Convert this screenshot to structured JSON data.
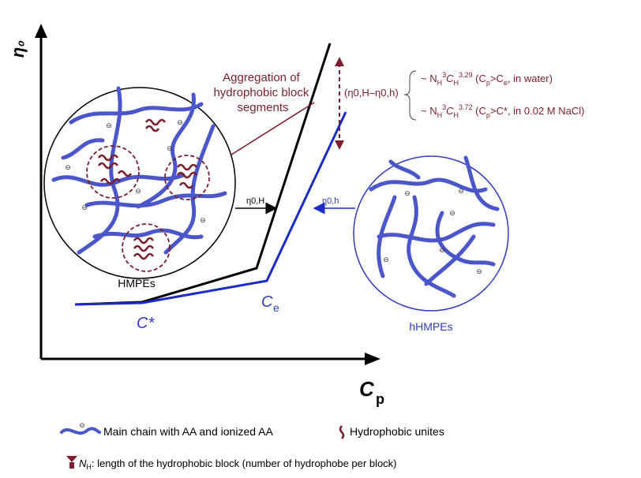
{
  "axes": {
    "y_label": "η₀",
    "x_label_main": "C",
    "x_label_sub": "p"
  },
  "curve_points": {
    "c_star": "C*",
    "c_e_main": "C",
    "c_e_sub": "e"
  },
  "labels": {
    "eta_0H": "η0,H",
    "eta_0h": "η0,h",
    "aggregation": [
      "Aggregation of",
      "hydrophobic block",
      "segments"
    ],
    "difference": "(η0,H–η0,h)",
    "hmpes": "HMPEs",
    "hhmpes": "hHMPEs"
  },
  "scaling": {
    "water": {
      "prefix": "~ N",
      "sub1": "H",
      "sup1": "3",
      "mid": "C",
      "sub2": "H",
      "sup2": "3.29",
      "cond_open": " (C",
      "cond_sub": "p",
      "cond_gt": ">C",
      "cond_sub2": "e",
      "cond_tail": ", in water)"
    },
    "nacl": {
      "prefix": "~ N",
      "sub1": "H",
      "sup1": "3",
      "mid": "C",
      "sub2": "H",
      "sup2": "3.72",
      "cond_open": " (C",
      "cond_sub": "p",
      "cond_gt": ">C*",
      "cond_tail": ", in 0.02 M NaCl)"
    }
  },
  "legend": {
    "main_chain": "Main chain with AA and ionized AA",
    "hydrophobic": "Hydrophobic unites",
    "nh_sym": "N",
    "nh_sub": "H",
    "nh_text": ": length of the hydrophobic block (number of hydrophobe per block)"
  },
  "ion_symbol": "⊖",
  "colors": {
    "blue_chain": "#4a56c9",
    "dark_red": "#7a1f2b",
    "curve_black": "#000000",
    "curve_blue": "#1a2bc8"
  }
}
